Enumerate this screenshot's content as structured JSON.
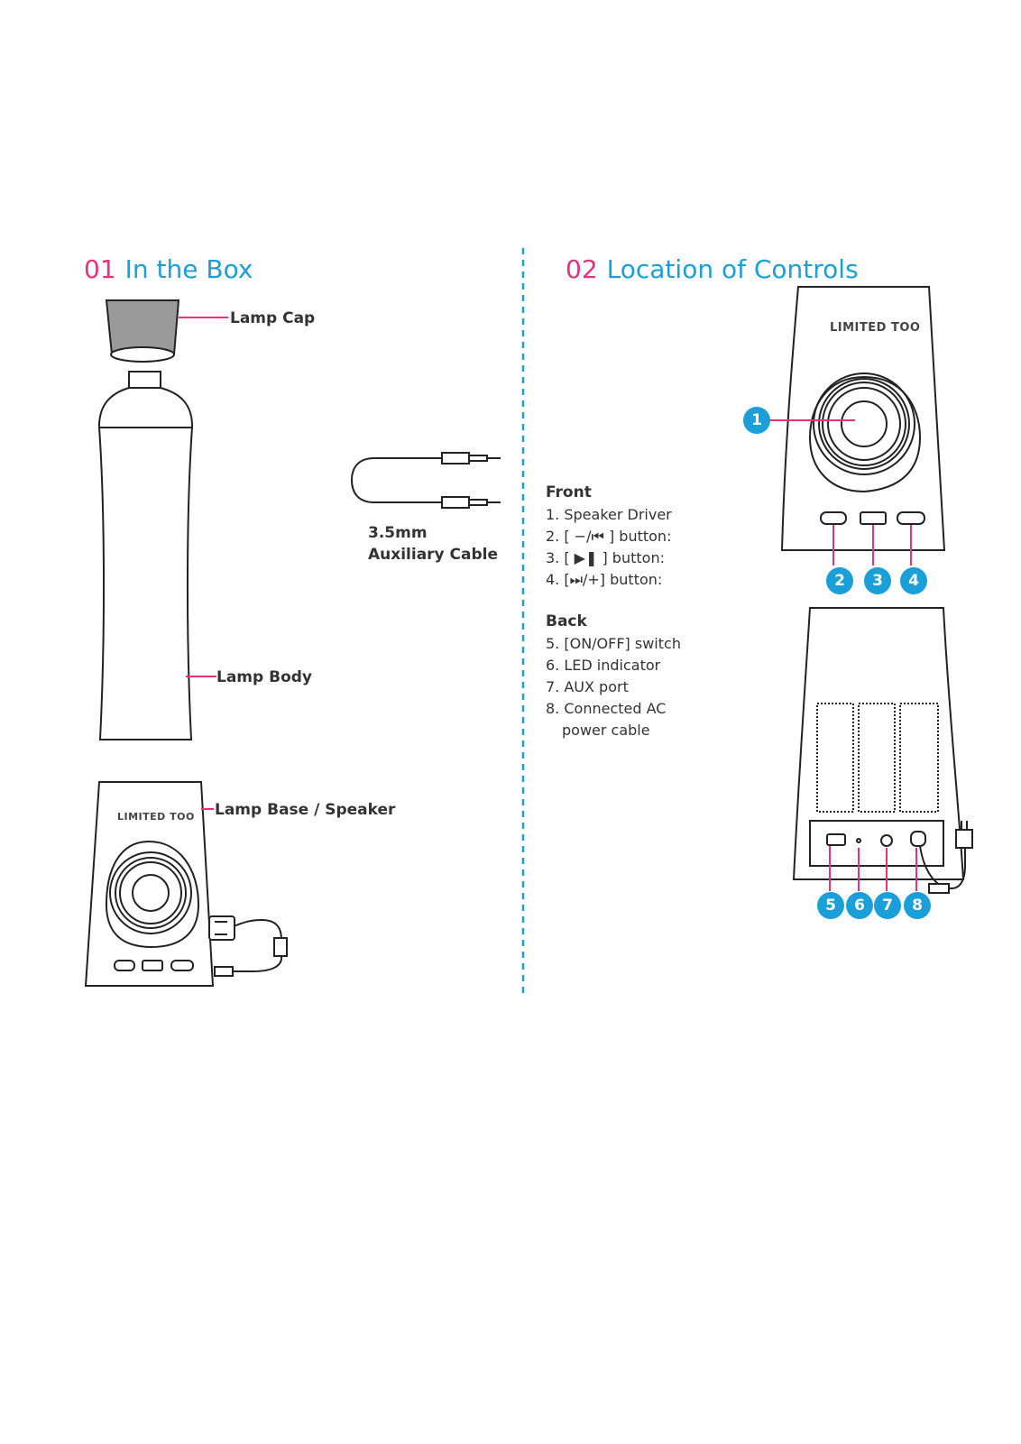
{
  "section1": {
    "number": "01",
    "title": "In the Box"
  },
  "section2": {
    "number": "02",
    "title": "Location of Controls"
  },
  "box_items": {
    "lamp_cap": "Lamp Cap",
    "lamp_body": "Lamp Body",
    "lamp_base": "Lamp Base / Speaker",
    "cable_line1": "3.5mm",
    "cable_line2": "Auxiliary Cable"
  },
  "brand_logo": "LIMITED TOO",
  "front": {
    "heading": "Front",
    "items": [
      "1. Speaker Driver",
      "2. [ −/⏮ ] button:",
      "3. [ ▶❚ ] button:",
      "4. [⏭/+] button:"
    ]
  },
  "back": {
    "heading": "Back",
    "items": [
      "5. [ON/OFF] switch",
      "6. LED indicator",
      "7. AUX port",
      "8. Connected AC",
      "power cable"
    ]
  },
  "badges": [
    "1",
    "2",
    "3",
    "4",
    "5",
    "6",
    "7",
    "8"
  ],
  "colors": {
    "accent_pink": "#e6317f",
    "accent_blue": "#1b9fd9",
    "line": "#222222"
  }
}
